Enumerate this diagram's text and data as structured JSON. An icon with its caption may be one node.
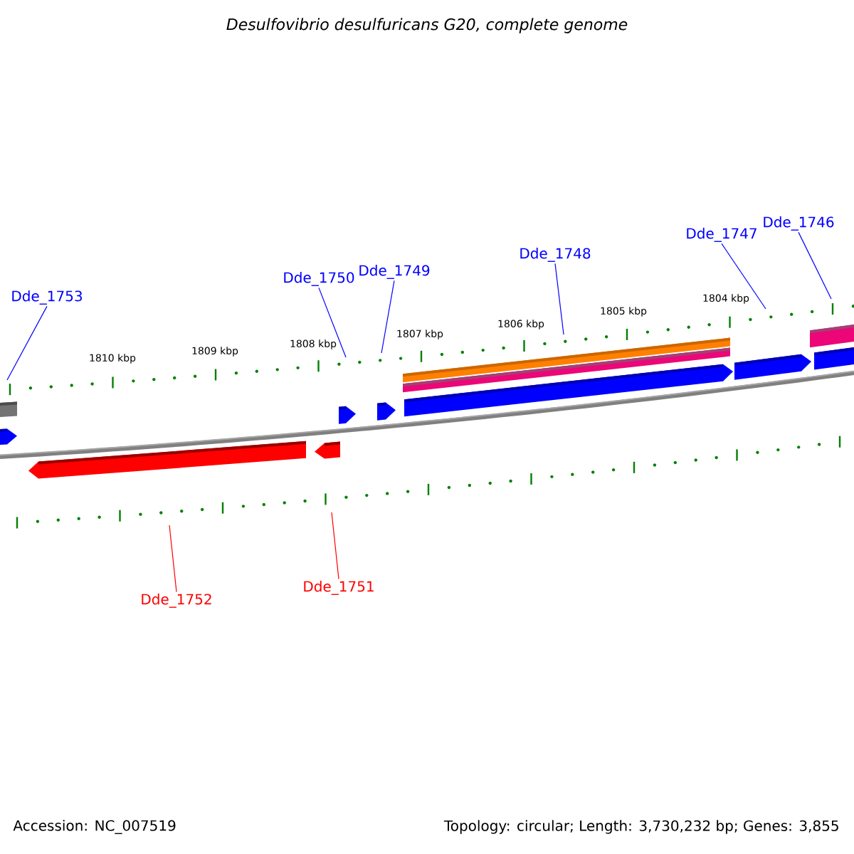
{
  "diagram": {
    "title": "Desulfovibrio desulfuricans G20, complete genome",
    "nodes": [
      {
        "text": [
          "Dde_1753"
        ]
      },
      {
        "text": [
          "Dde_1750"
        ]
      },
      {
        "text": [
          "Dde_1749"
        ]
      },
      {
        "text": [
          "Dde_1748"
        ]
      },
      {
        "text": [
          "Dde_1747"
        ]
      },
      {
        "text": [
          "Dde_1746"
        ]
      },
      {
        "text": [
          "Dde_1752"
        ]
      },
      {
        "text": [
          "Dde_1751"
        ]
      }
    ],
    "edges": [
      {
        "from": 0,
        "to": null,
        "arrow": "none"
      },
      {
        "from": 1,
        "to": null,
        "arrow": "none"
      },
      {
        "from": 2,
        "to": null,
        "arrow": "none"
      },
      {
        "from": 3,
        "to": null,
        "arrow": "none"
      },
      {
        "from": 4,
        "to": null,
        "arrow": "none"
      },
      {
        "from": 5,
        "to": null,
        "arrow": "none"
      },
      {
        "from": 6,
        "to": null,
        "arrow": "none",
        "color": "#ff0000"
      },
      {
        "from": 7,
        "to": null,
        "arrow": "none",
        "color": "#ff0000"
      }
    ],
    "labels": [
      "1810 kbp",
      "1809 kbp",
      "1808 kbp",
      "1807 kbp",
      "1806 kbp",
      "1805 kbp",
      "1804 kbp",
      "Accession: NC_007519",
      "Topology: circular; Length: 3,730,232 bp; Genes: 3,855"
    ]
  }
}
